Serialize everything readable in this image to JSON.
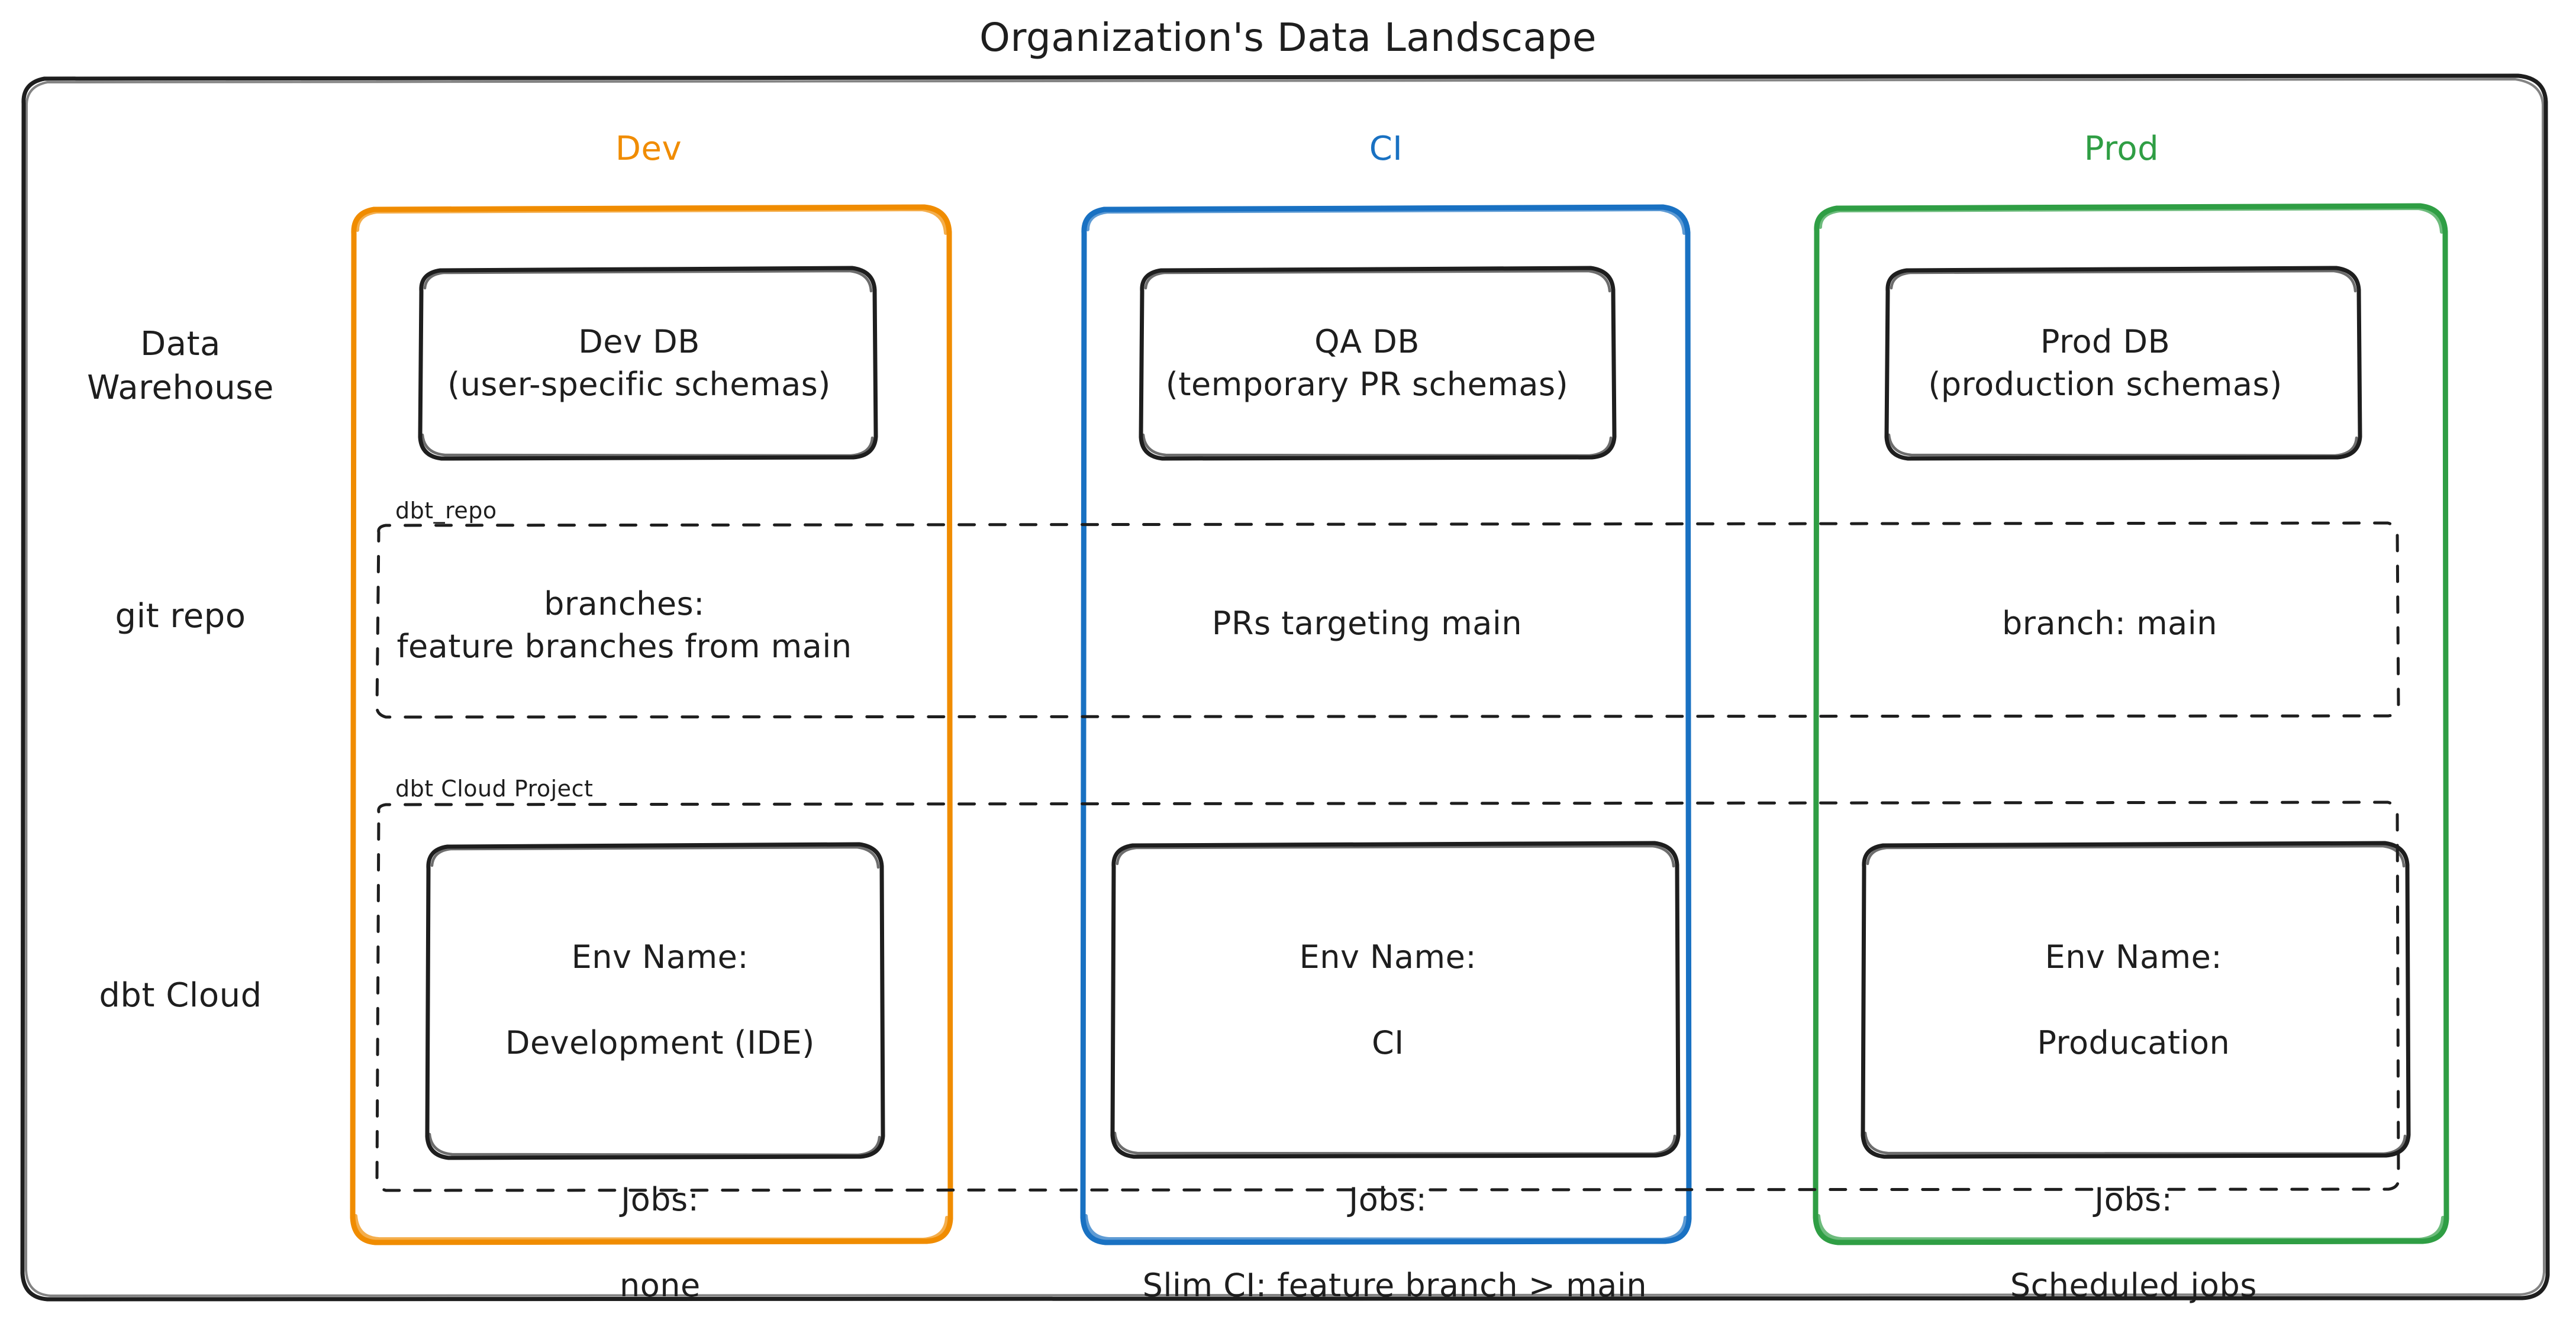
{
  "title": "Organization's Data Landscape",
  "colors": {
    "dev": "#f08c00",
    "ci": "#1971c2",
    "prod": "#2f9e44",
    "stroke": "#1e1e1e",
    "background": "#ffffff"
  },
  "columns": [
    {
      "key": "dev",
      "label": "Dev",
      "color": "#f08c00"
    },
    {
      "key": "ci",
      "label": "CI",
      "color": "#1971c2"
    },
    {
      "key": "prod",
      "label": "Prod",
      "color": "#2f9e44"
    }
  ],
  "rows": [
    {
      "key": "data_warehouse",
      "label": "Data\nWarehouse"
    },
    {
      "key": "git_repo",
      "label": "git repo"
    },
    {
      "key": "dbt_cloud",
      "label": "dbt Cloud"
    }
  ],
  "groups": {
    "repo_label": "dbt_repo",
    "cloud_label": "dbt Cloud Project"
  },
  "data_warehouse": {
    "dev": "Dev DB\n(user-specific schemas)",
    "ci": "QA DB\n(temporary PR schemas)",
    "prod": "Prod DB\n(production schemas)"
  },
  "git_repo": {
    "dev": "branches:\nfeature branches from main",
    "ci": "PRs targeting main",
    "prod": "branch: main"
  },
  "dbt_cloud": {
    "dev": {
      "env_name_label": "Env Name:",
      "env_name": "Development (IDE)",
      "jobs_label": "Jobs:",
      "jobs": "none"
    },
    "ci": {
      "env_name_label": "Env Name:",
      "env_name": "CI",
      "jobs_label": "Jobs:",
      "jobs": "Slim CI: feature branch > main"
    },
    "prod": {
      "env_name_label": "Env Name:",
      "env_name": "Producation",
      "jobs_label": "Jobs:",
      "jobs": "Scheduled jobs"
    }
  }
}
